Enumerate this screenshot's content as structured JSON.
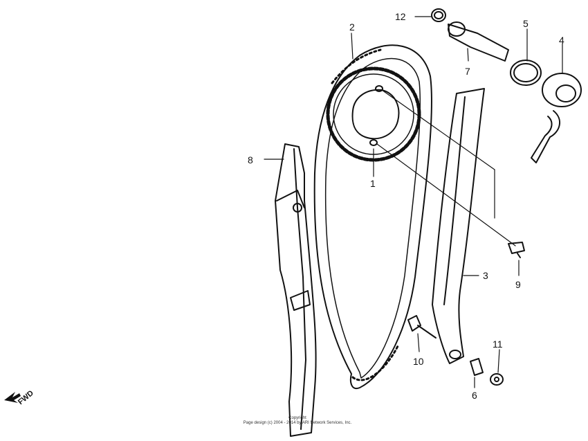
{
  "labels": {
    "p1": "1",
    "p2": "2",
    "p3": "3",
    "p4": "4",
    "p5": "5",
    "p6": "6",
    "p7": "7",
    "p8": "8",
    "p9": "9",
    "p10": "10",
    "p11": "11",
    "p12": "12"
  },
  "direction_label": "FWD",
  "footer": {
    "line1": "Copyright",
    "line2": "Page design (c) 2004 - 2014 by ARI Network Services, Inc."
  }
}
